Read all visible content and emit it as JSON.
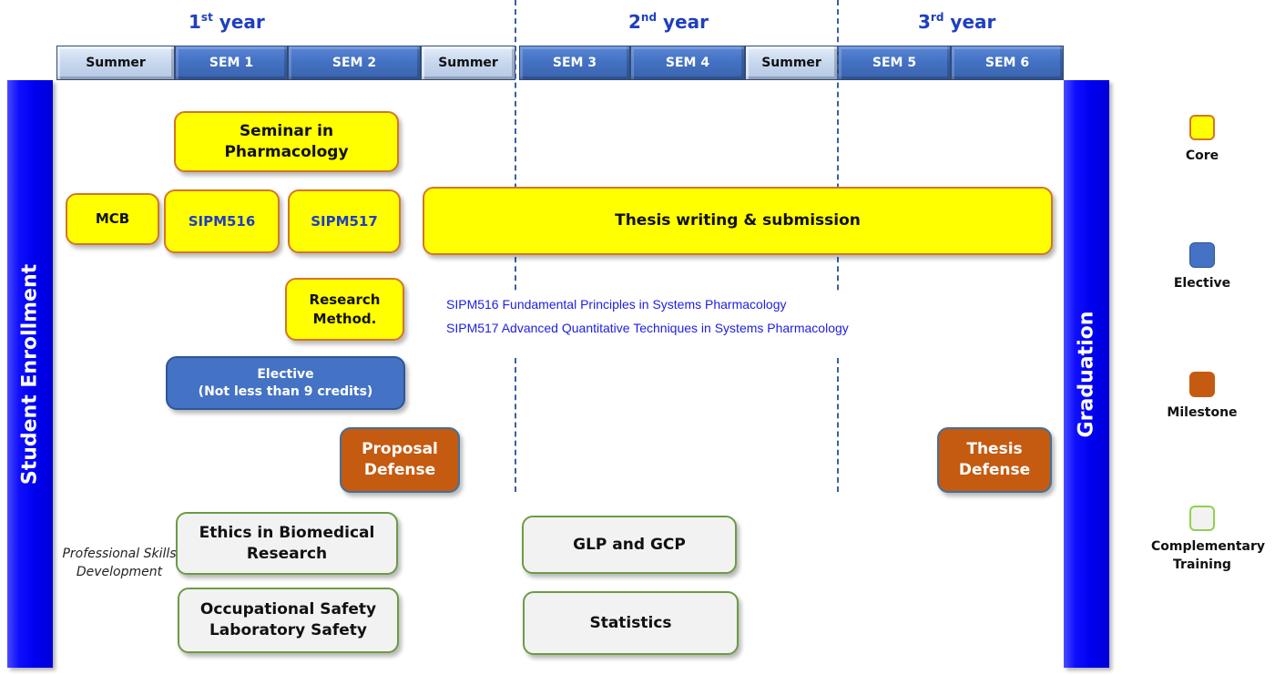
{
  "years": [
    {
      "num": "1",
      "suffix": "st",
      "word": "year"
    },
    {
      "num": "2",
      "suffix": "nd",
      "word": "year"
    },
    {
      "num": "3",
      "suffix": "rd",
      "word": "year"
    }
  ],
  "semesters": [
    "Summer",
    "SEM 1",
    "SEM 2",
    "Summer",
    "SEM 3",
    "SEM 4",
    "Summer",
    "SEM 5",
    "SEM 6"
  ],
  "left_bar": "Student Enrollment",
  "right_bar": "Graduation",
  "courses": {
    "seminar": "Seminar in Pharmacology",
    "mcb": "MCB",
    "sipm516": "SIPM516",
    "sipm517": "SIPM517",
    "thesis_writing": "Thesis writing & submission",
    "research_method": "Research Method.",
    "elective_line1": "Elective",
    "elective_line2": "(Not less than 9 credits)",
    "proposal_defense": "Proposal Defense",
    "thesis_defense": "Thesis Defense",
    "ethics": "Ethics in Biomedical Research",
    "occ_safety_line1": "Occupational Safety",
    "occ_safety_line2": "Laboratory Safety",
    "glp_gcp": "GLP and GCP",
    "statistics": "Statistics"
  },
  "descriptions": [
    "SIPM516 Fundamental Principles in Systems Pharmacology",
    "SIPM517 Advanced Quantitative Techniques in Systems Pharmacology"
  ],
  "professional_skills_label": "Professional Skills Development",
  "legend": [
    {
      "label": "Core",
      "color": "#ffff00",
      "border": "#d2762a"
    },
    {
      "label": "Elective",
      "color": "#4472c4",
      "border": "#2f5597"
    },
    {
      "label": "Milestone",
      "color": "#c55a11",
      "border": "#c55a11"
    },
    {
      "label": "Complementary Training",
      "color": "#f2f2f2",
      "border": "#92d050"
    }
  ],
  "colors": {
    "core": "#ffff00",
    "elective": "#4472c4",
    "milestone": "#c55a11",
    "complementary": "#f2f2f2",
    "bar_blue": "#0000f0",
    "heading_blue": "#1f3fbf",
    "desc_blue": "#2020e0"
  }
}
